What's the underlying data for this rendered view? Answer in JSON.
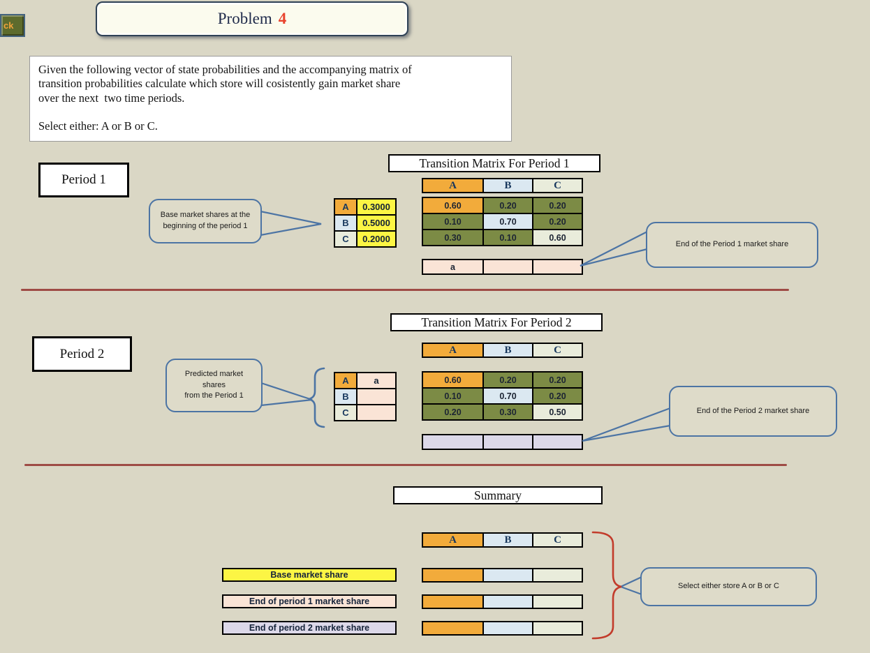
{
  "colors": {
    "background": "#dad7c5",
    "orange": "#f2ab3b",
    "light_blue": "#dbe8f1",
    "pale_green": "#e9ecdb",
    "olive": "#7c8b45",
    "yellow": "#fcf544",
    "pink": "#fae4d6",
    "lavender": "#dcd8e9",
    "navy": "#17375d",
    "ink": "#1c2433",
    "divider": "#9e4b45",
    "brace_red": "#c23b2b",
    "blue": "#4c74a4",
    "btn_olive": "#5d6b2d",
    "btn_text": "#f2a33c",
    "red_number": "#e8432e"
  },
  "back_button": {
    "label": "ck"
  },
  "title": {
    "word": "Problem",
    "number": "4"
  },
  "problem_statement": "Given the following vector of state probabilities and the accompanying matrix of\ntransition probabilities calculate which store will cosistently gain market share\nover the next  two time periods.\n\nSelect either: A or B or C.",
  "period1": {
    "label": "Period 1",
    "matrix_title": "Transition Matrix For Period 1",
    "columns": [
      "A",
      "B",
      "C"
    ],
    "vector_callout": "Base market shares at the\nbeginning of the period 1",
    "vector": [
      {
        "label": "A",
        "value": "0.3000"
      },
      {
        "label": "B",
        "value": "0.5000"
      },
      {
        "label": "C",
        "value": "0.2000"
      }
    ],
    "matrix": [
      [
        "0.60",
        "0.20",
        "0.20"
      ],
      [
        "0.10",
        "0.70",
        "0.20"
      ],
      [
        "0.30",
        "0.10",
        "0.60"
      ]
    ],
    "result_row": [
      "a",
      "",
      ""
    ],
    "end_callout": "End of the Period 1 market share"
  },
  "period2": {
    "label": "Period 2",
    "matrix_title": "Transition Matrix For Period 2",
    "columns": [
      "A",
      "B",
      "C"
    ],
    "vector_callout": "Predicted market\nshares\nfrom the Period 1",
    "vector": [
      {
        "label": "A",
        "value": "a"
      },
      {
        "label": "B",
        "value": ""
      },
      {
        "label": "C",
        "value": ""
      }
    ],
    "matrix": [
      [
        "0.60",
        "0.20",
        "0.20"
      ],
      [
        "0.10",
        "0.70",
        "0.20"
      ],
      [
        "0.20",
        "0.30",
        "0.50"
      ]
    ],
    "result_row": [
      "",
      "",
      ""
    ],
    "end_callout": "End of the Period 2 market share"
  },
  "summary": {
    "title": "Summary",
    "columns": [
      "A",
      "B",
      "C"
    ],
    "row_labels": [
      "Base market share",
      "End of period 1 market share",
      "End of period 2 market share"
    ],
    "cells": [
      [
        "",
        "",
        ""
      ],
      [
        "",
        "",
        ""
      ],
      [
        "",
        "",
        ""
      ]
    ],
    "callout": "Select either store A or B or C"
  }
}
